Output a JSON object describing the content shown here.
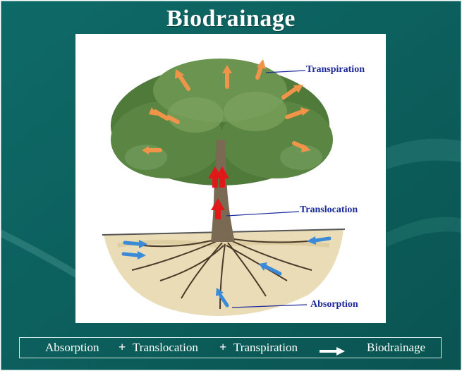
{
  "slide": {
    "title": "Biodrainage",
    "colors": {
      "background": "#0b5c5a",
      "label_text": "#1d2a9a",
      "up_arrows": "#e01818",
      "outward_arrows": "#f0944a",
      "inward_arrows": "#3a8ad8"
    }
  },
  "diagram": {
    "labels": {
      "transpiration": "Transpiration",
      "translocation": "Translocation",
      "absorption": "Absorption"
    }
  },
  "equation": {
    "term1": "Absorption",
    "op1": "+",
    "term2": "Translocation",
    "op2": "+",
    "term3": "Transpiration",
    "arrow_icon": "right-arrow-icon",
    "result": "Biodrainage"
  }
}
